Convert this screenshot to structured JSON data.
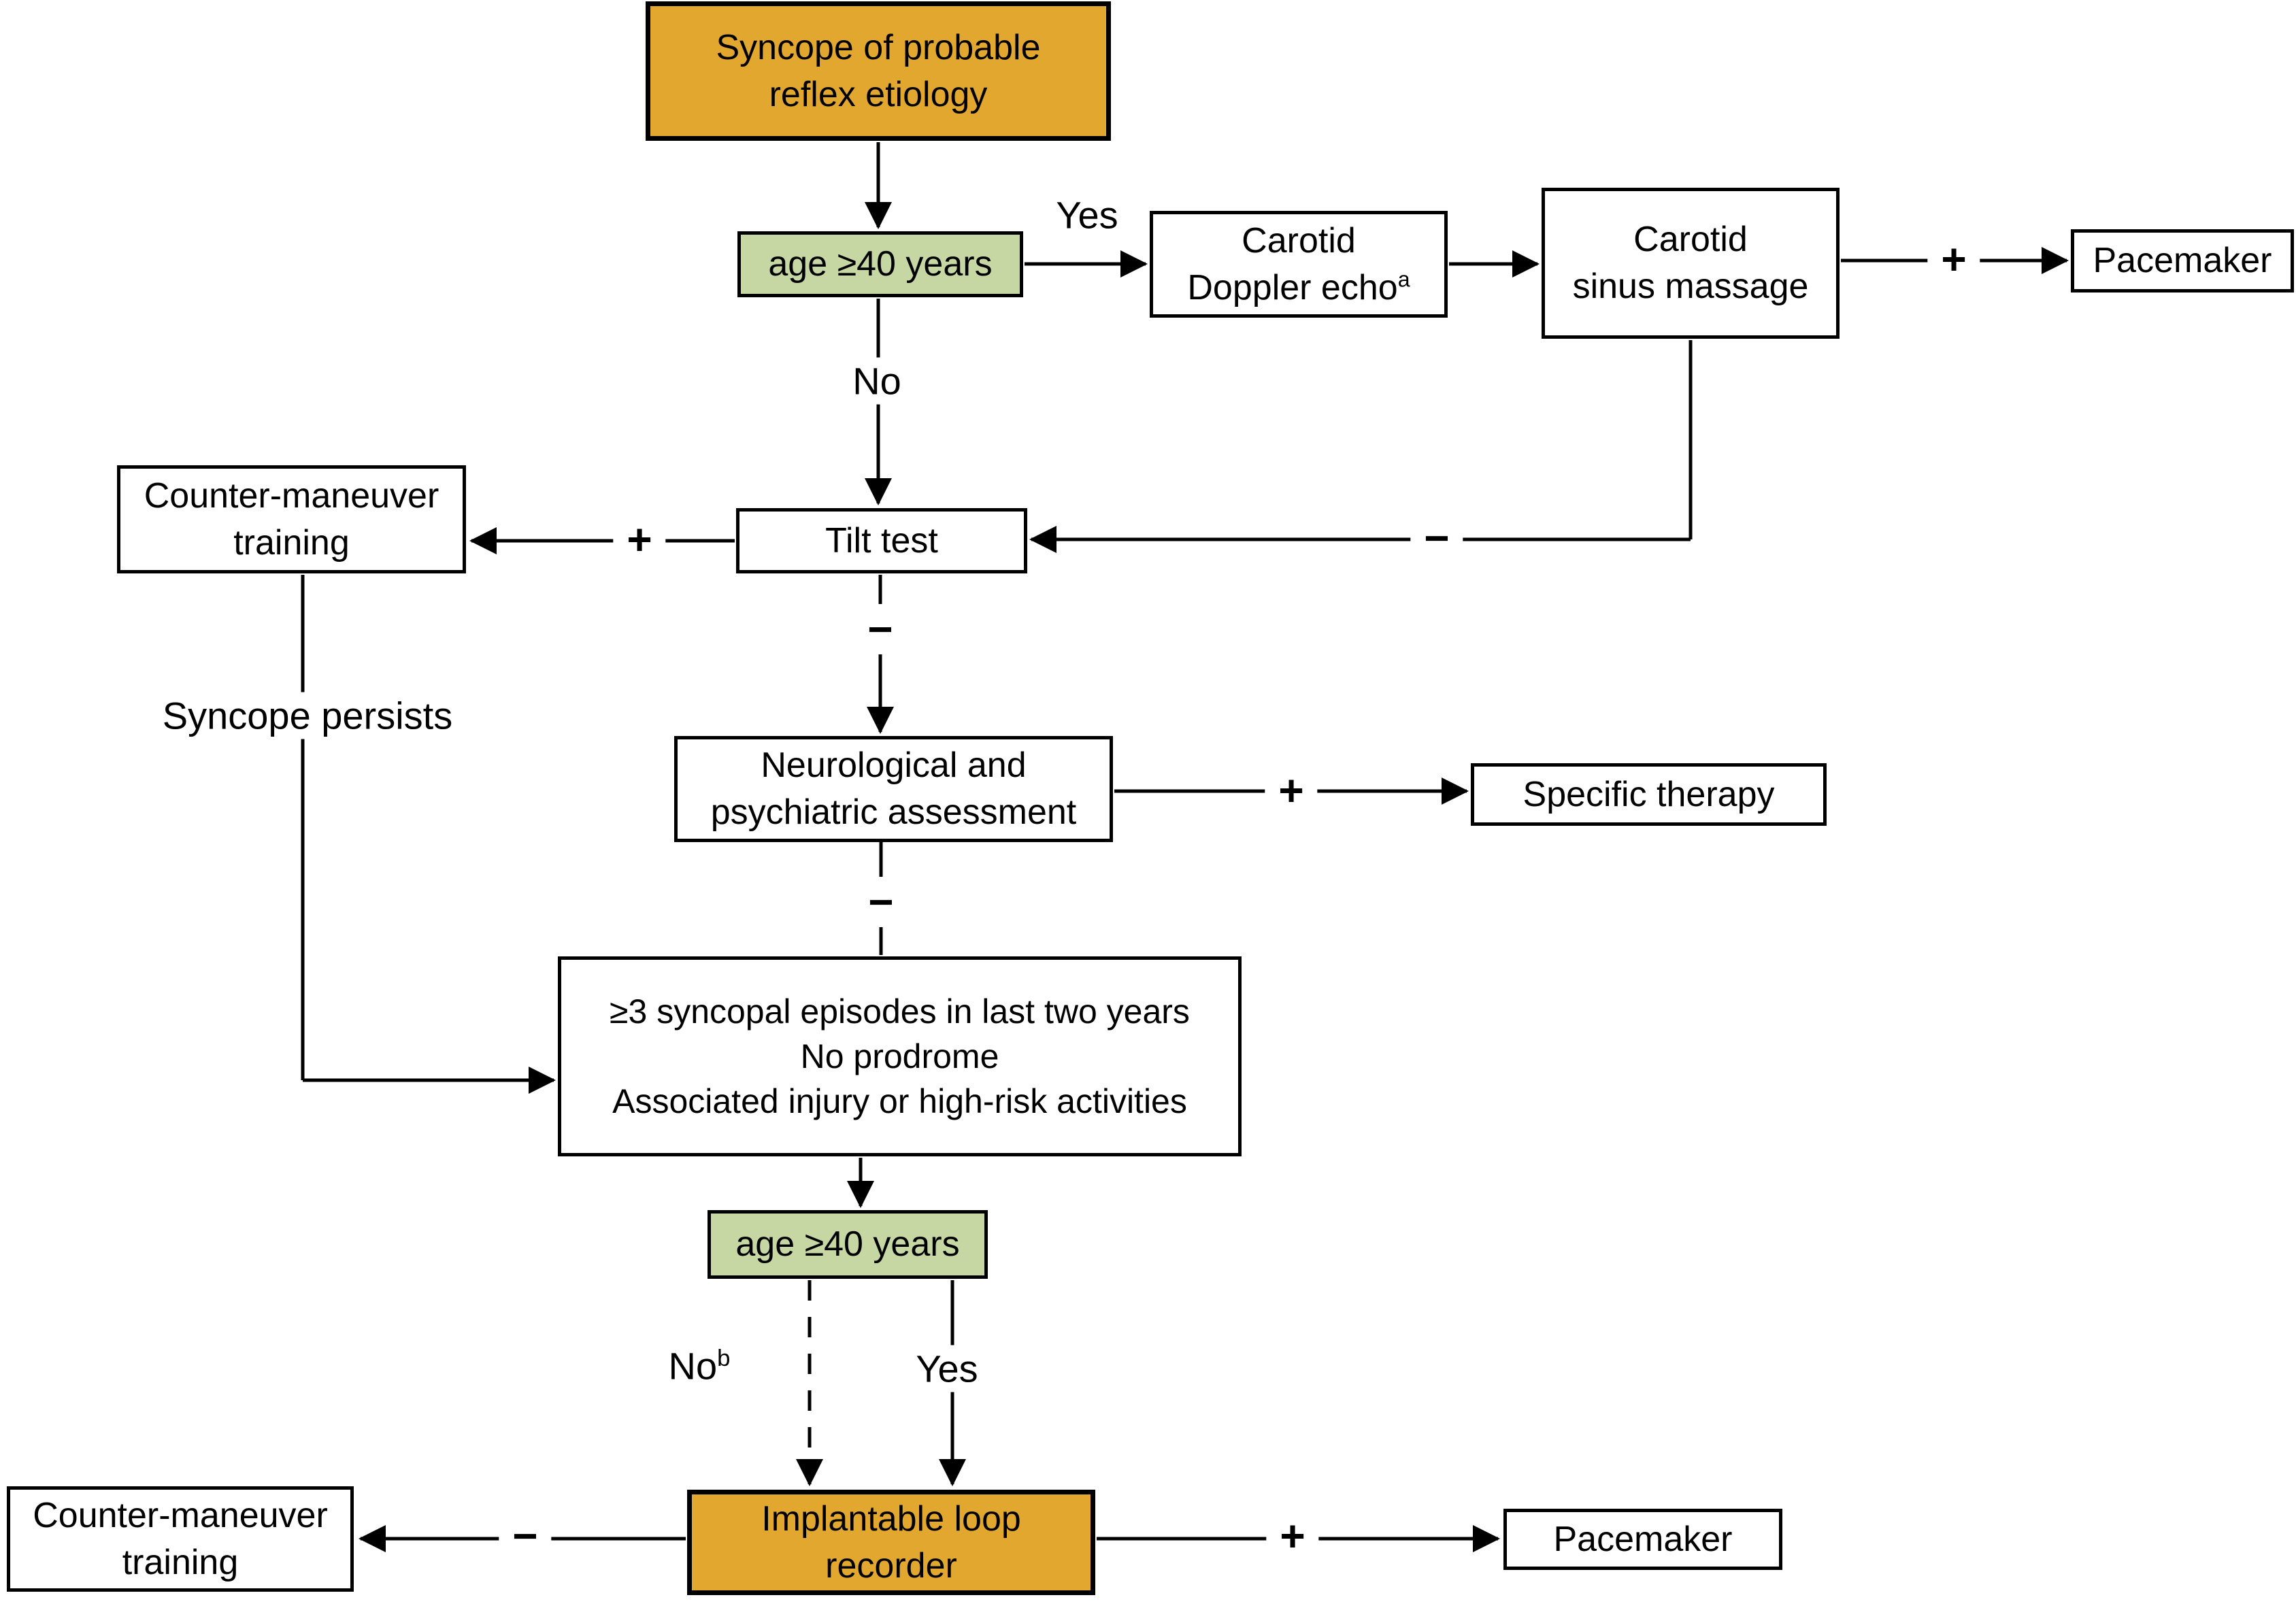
{
  "title": "Syncope of probable reflex etiology management flowchart",
  "colors": {
    "orange": "#E2A72E",
    "green": "#C6D7A3",
    "line": "#000000",
    "background": "#FFFFFF"
  },
  "nodes": {
    "syncope_top": {
      "line1": "Syncope of probable",
      "line2": "reflex etiology"
    },
    "age40_first": {
      "line1": "age ≥40 years"
    },
    "carotid_doppler": {
      "line1": "Carotid",
      "line2": "Doppler echo",
      "sup": "a"
    },
    "carotid_sinus_massage": {
      "line1": "Carotid",
      "line2": "sinus massage"
    },
    "pacemaker_top": {
      "line1": "Pacemaker"
    },
    "tilt_test": {
      "line1": "Tilt test"
    },
    "counter_maneuver_top": {
      "line1": "Counter-maneuver",
      "line2": "training"
    },
    "neuro_assessment": {
      "line1": "Neurological and",
      "line2": "psychiatric assessment"
    },
    "specific_therapy": {
      "line1": "Specific therapy"
    },
    "criteria": {
      "line1": "≥3 syncopal episodes in last two years",
      "line2": "No prodrome",
      "line3": "Associated injury or high-risk activities"
    },
    "age40_second": {
      "line1": "age ≥40 years"
    },
    "implantable_loop_recorder": {
      "line1": "Implantable loop",
      "line2": "recorder"
    },
    "counter_maneuver_bottom": {
      "line1": "Counter-maneuver",
      "line2": "training"
    },
    "pacemaker_bottom": {
      "line1": "Pacemaker"
    }
  },
  "labels": {
    "yes_top": "Yes",
    "plus_csm_pacemaker": "+",
    "no_age_first": "No",
    "minus_csm_tilt": "−",
    "plus_tilt_cmt": "+",
    "minus_tilt_neuro": "−",
    "plus_neuro_specific": "+",
    "minus_neuro_criteria": "−",
    "syncope_persists": "Syncope persists",
    "no_age_second": "No",
    "no_age_second_sup": "b",
    "yes_age_second": "Yes",
    "minus_ilr_cmt": "−",
    "plus_ilr_pacemaker": "+"
  }
}
